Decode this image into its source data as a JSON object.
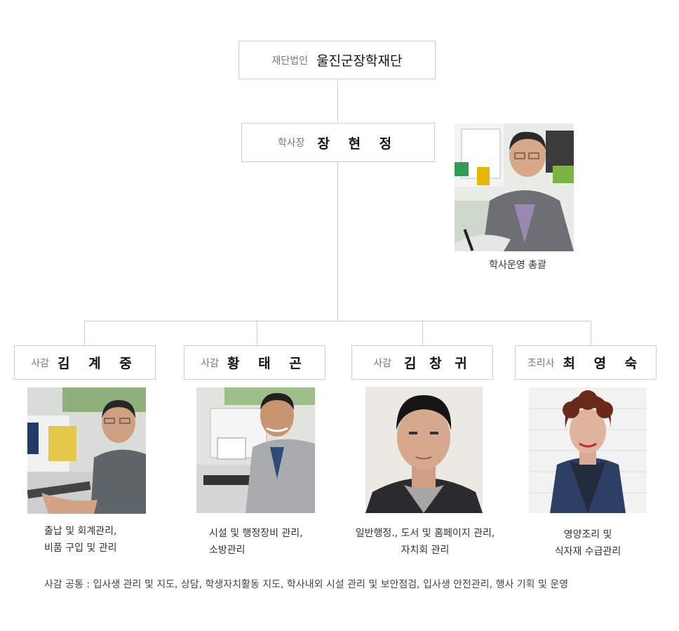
{
  "foundation": {
    "role": "재단법인",
    "name": "울진군장학재단"
  },
  "director": {
    "role": "학사장",
    "name": "장 현 정",
    "duty": "학사운영 총괄"
  },
  "staff": [
    {
      "role": "사감",
      "name": "김 계 중",
      "duty_lines": [
        "출납 및 회계관리,",
        "비품 구입 및 관리"
      ]
    },
    {
      "role": "사감",
      "name": "황 태 곤",
      "duty_lines": [
        "시설 및 행정장비 관리,",
        "소방관리"
      ]
    },
    {
      "role": "사감",
      "name": "김 창 귀",
      "duty_lines": [
        "일반행정., 도서 및 홈페이지 관리,",
        "자치회 관리"
      ]
    },
    {
      "role": "조리사",
      "name": "최 영 숙",
      "duty_lines": [
        "영양조리 및",
        "식자재 수급관리"
      ]
    }
  ],
  "footer": "사감 공통 : 입사생 관리 및 지도, 상담, 학생자치활동 지도, 학사내외 시설 관리 및 보안점검, 입사생 안전관리, 행사 기획 및 운영"
}
